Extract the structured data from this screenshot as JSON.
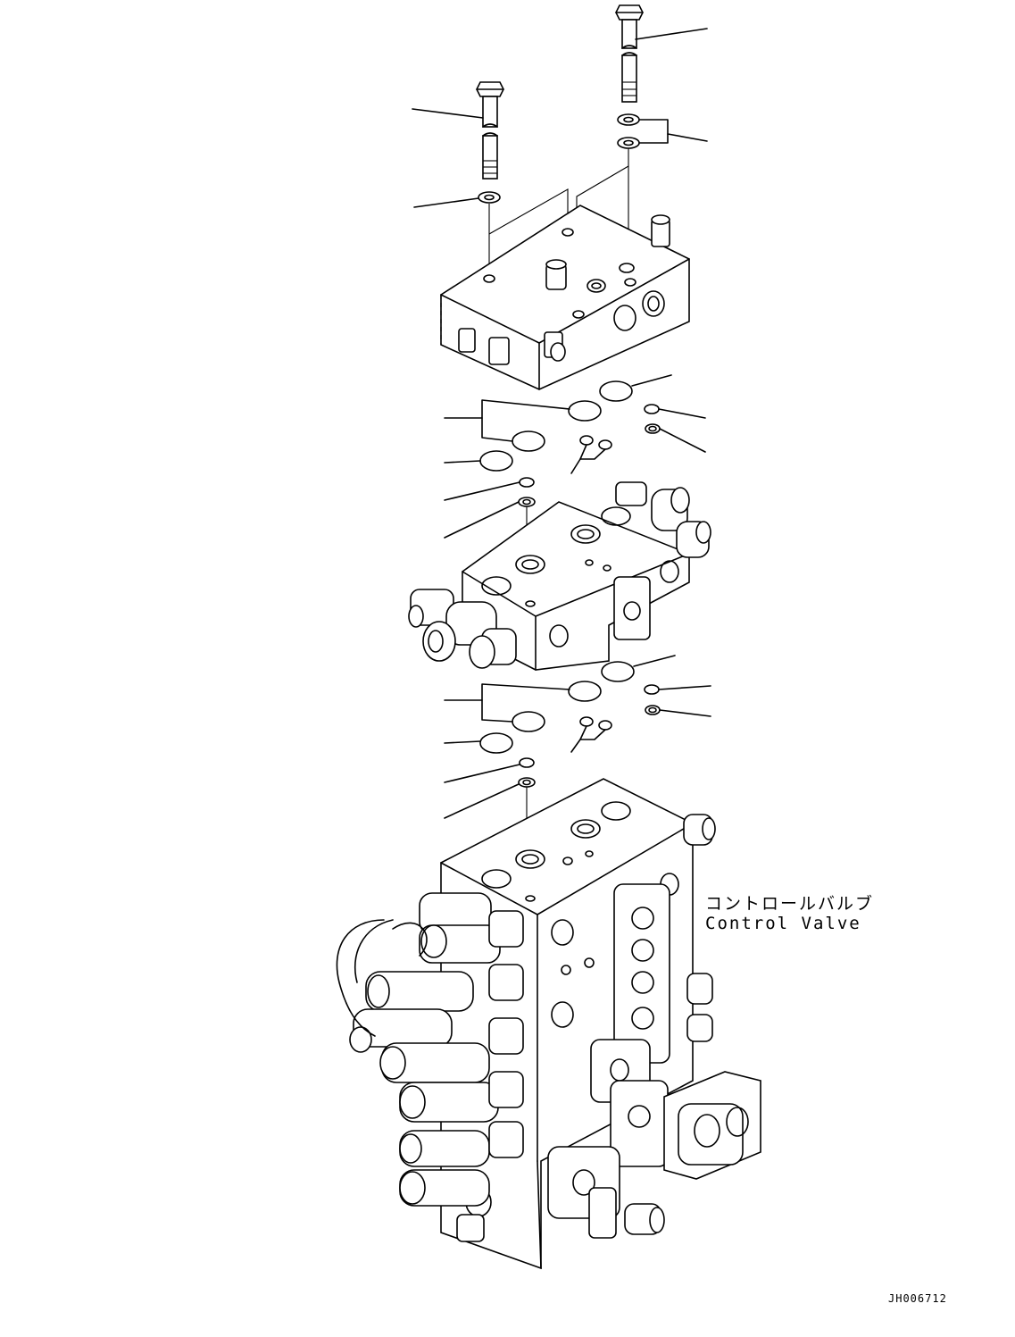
{
  "diagram": {
    "part_label_jp": "コントロールバルブ",
    "part_label_en": "Control Valve",
    "drawing_number": "JH006712"
  },
  "colors": {
    "line": "#000000",
    "background": "#ffffff"
  }
}
